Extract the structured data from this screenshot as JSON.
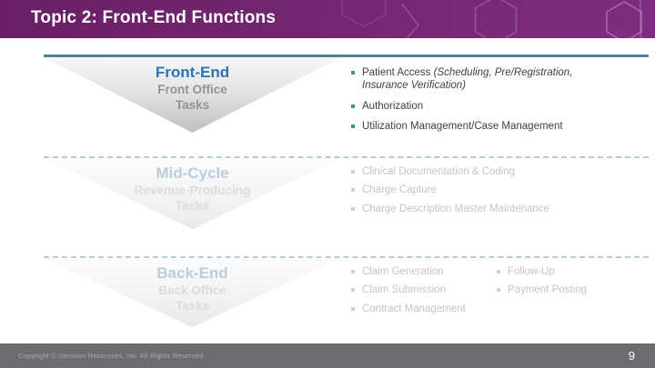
{
  "slide": {
    "header": {
      "title": "Topic 2: Front-End Functions"
    },
    "footer": {
      "copyright": "Copyright © Decision Resources, Inc. All Rights Reserved.",
      "page_number": "9"
    }
  },
  "sections": [
    {
      "id": "front-end",
      "state": "active",
      "chevron": {
        "title": "Front-End",
        "subtitle": "Front Office\nTasks"
      },
      "bullets": [
        {
          "text": "Patient Access ",
          "italic": "(Scheduling, Pre/Registration, Insurance Verification)"
        },
        {
          "text": "Authorization"
        },
        {
          "text": "Utilization Management/Case Management"
        }
      ]
    },
    {
      "id": "mid-cycle",
      "state": "faded",
      "chevron": {
        "title": "Mid-Cycle",
        "subtitle": "Revenue-Producing\nTasks"
      },
      "bullets": [
        {
          "text": "Clinical Documentation & Coding"
        },
        {
          "text": "Charge Capture"
        },
        {
          "text": "Charge Description Master Maintenance"
        }
      ]
    },
    {
      "id": "back-end",
      "state": "faded",
      "chevron": {
        "title": "Back-End",
        "subtitle": "Back Office\nTasks"
      },
      "bullets_columns": [
        [
          {
            "text": "Claim Generation"
          },
          {
            "text": "Claim Submission"
          },
          {
            "text": "Contract Management"
          }
        ],
        [
          {
            "text": "Follow-Up"
          },
          {
            "text": "Payment Posting"
          }
        ]
      ]
    }
  ],
  "colors": {
    "header_purple": "#72266f",
    "accent_blue": "#2e74b5",
    "faded_blue": "#b8cde5",
    "divider_solid": "#4f81a1",
    "divider_dashed": "#b4cbd8",
    "bullet_teal": "#4b9180",
    "footer_gray": "#6c6d70"
  }
}
